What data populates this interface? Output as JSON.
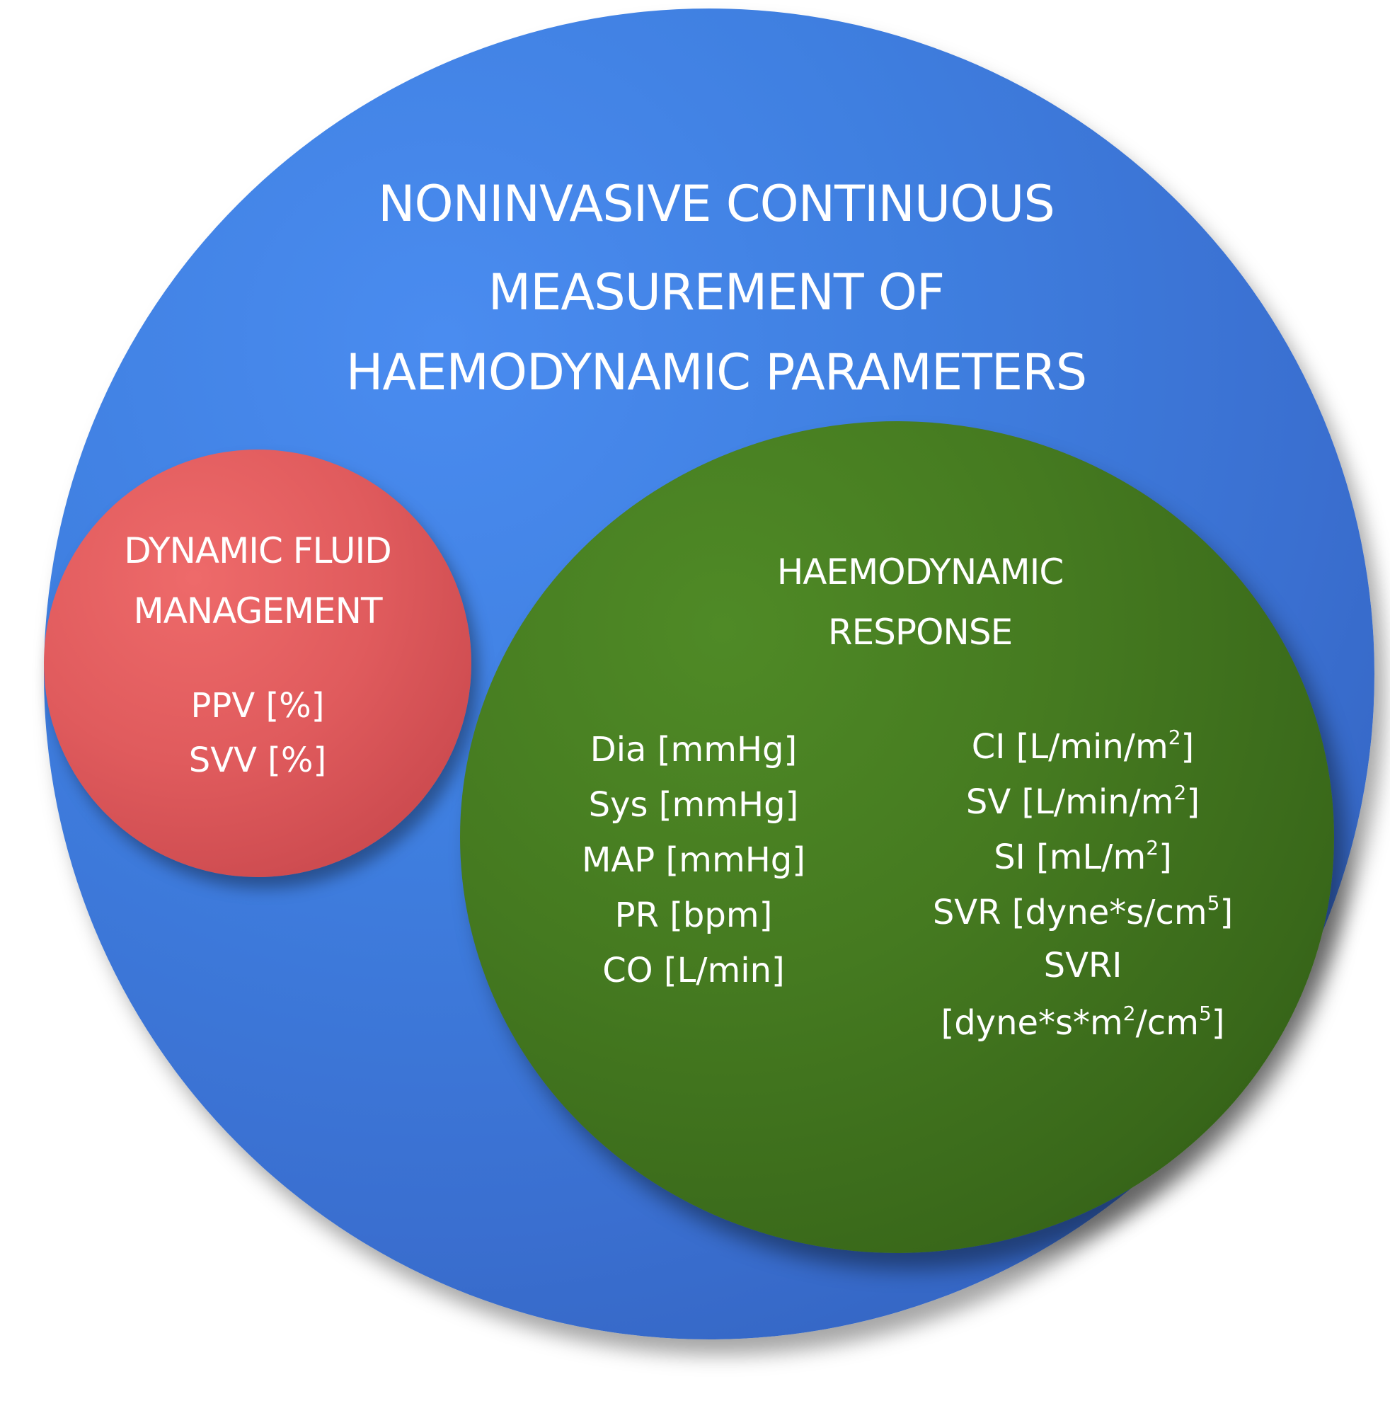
{
  "diagram": {
    "outer": {
      "title_lines": [
        "NONINVASIVE CONTINUOUS",
        "MEASUREMENT OF",
        "HAEMODYNAMIC PARAMETERS"
      ],
      "color": "#3f7fe0"
    },
    "fluid": {
      "title_lines": [
        "DYNAMIC FLUID",
        "MANAGEMENT"
      ],
      "items": [
        "PPV [%]",
        "SVV [%]"
      ],
      "color": "#e05b5d"
    },
    "response": {
      "title_lines": [
        "HAEMODYNAMIC",
        "RESPONSE"
      ],
      "left_items": [
        "Dia [mmHg]",
        "Sys [mmHg]",
        "MAP [mmHg]",
        "PR [bpm]",
        "CO [L/min]"
      ],
      "right_items": [
        {
          "pre": "CI [L/min/m",
          "sup": "2",
          "post": "]"
        },
        {
          "pre": "SV [L/min/m",
          "sup": "2",
          "post": "]"
        },
        {
          "pre": "SI [mL/m",
          "sup": "2",
          "post": "]"
        },
        {
          "pre": "SVR [dyne*s/cm",
          "sup": "5",
          "post": "]"
        },
        {
          "pre": "SVRI",
          "sup": "",
          "post": ""
        },
        {
          "pre": "[dyne*s*m",
          "sup": "2",
          "post": "/cm",
          "sup2": "5",
          "post2": "]"
        }
      ],
      "color": "#457a20"
    }
  }
}
